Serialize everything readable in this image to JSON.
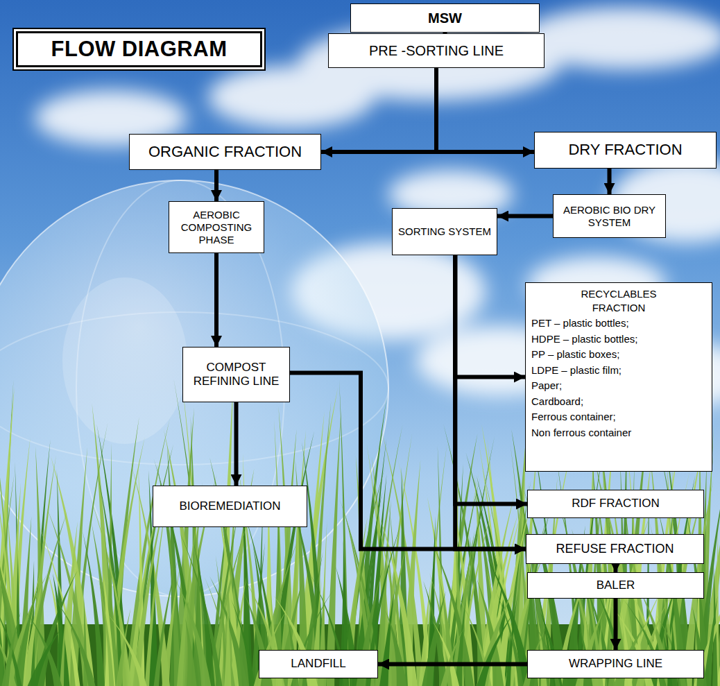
{
  "diagram": {
    "title": "FLOW DIAGRAM",
    "nodes": [
      {
        "text": [
          "MSW"
        ]
      },
      {
        "text": [
          "PRE -SORTING LINE"
        ]
      },
      {
        "text": [
          "ORGANIC FRACTION"
        ]
      },
      {
        "text": [
          "DRY FRACTION"
        ]
      },
      {
        "text": [
          "AEROBIC COMPOSTING PHASE"
        ]
      },
      {
        "text": [
          "AEROBIC BIO DRY SYSTEM"
        ]
      },
      {
        "text": [
          "SORTING SYSTEM"
        ]
      },
      {
        "text": [
          "COMPOST REFINING LINE"
        ]
      },
      {
        "text": [
          "RECYCLABLES FRACTION",
          "PET – plastic bottles;",
          "HDPE – plastic bottles;",
          "PP – plastic boxes;",
          "LDPE – plastic film;",
          "Paper;",
          "Cardboard;",
          "Ferrous container;",
          "Non ferrous container"
        ]
      },
      {
        "text": [
          "BIOREMEDIATION"
        ]
      },
      {
        "text": [
          "RDF FRACTION"
        ]
      },
      {
        "text": [
          "REFUSE FRACTION"
        ]
      },
      {
        "text": [
          "BALER"
        ]
      },
      {
        "text": [
          "LANDFILL"
        ]
      },
      {
        "text": [
          "WRAPPING LINE"
        ]
      }
    ],
    "edges": [
      {
        "from": 0,
        "to": 1,
        "arrow": "to"
      },
      {
        "from": 1,
        "to": 2,
        "arrow": "to"
      },
      {
        "from": 1,
        "to": 3,
        "arrow": "to"
      },
      {
        "from": 2,
        "to": 4,
        "arrow": "to"
      },
      {
        "from": 3,
        "to": 5,
        "arrow": "to"
      },
      {
        "from": 5,
        "to": 6,
        "arrow": "to"
      },
      {
        "from": 4,
        "to": 7,
        "arrow": "to"
      },
      {
        "from": 7,
        "to": 9,
        "arrow": "to"
      },
      {
        "from": 7,
        "to": 11,
        "arrow": "to"
      },
      {
        "from": 6,
        "to": 8,
        "arrow": "to"
      },
      {
        "from": 6,
        "to": 10,
        "arrow": "to"
      },
      {
        "from": 6,
        "to": 11,
        "arrow": "to"
      },
      {
        "from": 11,
        "to": 12,
        "arrow": "to"
      },
      {
        "from": 12,
        "to": 14,
        "arrow": "to"
      },
      {
        "from": 14,
        "to": 13,
        "arrow": "to"
      }
    ]
  }
}
